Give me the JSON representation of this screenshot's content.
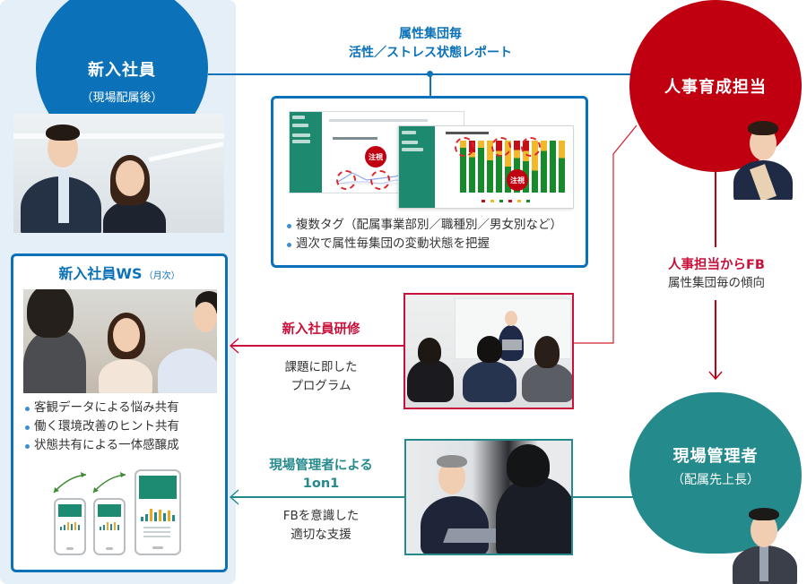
{
  "nodes": {
    "new_employee": {
      "title": "新入社員",
      "subtitle": "（現場配属後）",
      "color": "#0b72b9"
    },
    "hr": {
      "title": "人事育成担当",
      "color": "#c00010"
    },
    "manager": {
      "title": "現場管理者",
      "subtitle": "（配属先上長）",
      "color": "#258a8c"
    }
  },
  "report": {
    "title_line1": "属性集団毎",
    "title_line2": "活性／ストレス状態レポート",
    "badge_label": "注視",
    "bullets": [
      "複数タグ（配属事業部別／職種別／男女別など）",
      "週次で属性毎集団の変動状態を把握"
    ]
  },
  "workshop": {
    "title": "新入社員WS",
    "title_note": "（月次）",
    "bullets": [
      "客観データによる悩み共有",
      "働く環境改善のヒント共有",
      "状態共有による一体感醸成"
    ]
  },
  "hr_feedback": {
    "title": "人事担当からFB",
    "subtitle": "属性集団毎の傾向"
  },
  "training": {
    "title": "新入社員研修",
    "subtitle_line1": "課題に即した",
    "subtitle_line2": "プログラム"
  },
  "one_on_one": {
    "title_line1": "現場管理者による",
    "title_line2": "1on1",
    "subtitle_line1": "FBを意識した",
    "subtitle_line2": "適切な支援"
  },
  "colors": {
    "blue": "#0b72b9",
    "red": "#c00010",
    "crimson": "#c8103a",
    "teal": "#258a8c",
    "panel_bg": "#e4eff8"
  }
}
